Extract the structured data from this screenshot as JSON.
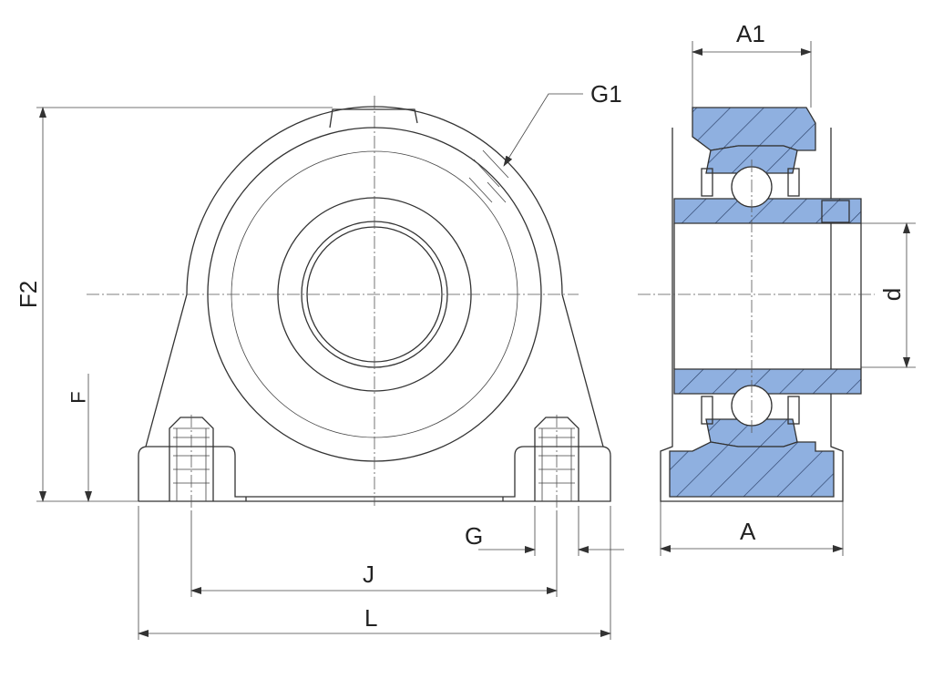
{
  "title": "Pillow block bearing dimension drawing",
  "colors": {
    "section_fill": "#8fb0e0",
    "line": "#333333"
  },
  "labels": {
    "A1": "A1",
    "G1": "G1",
    "F2": "F2",
    "F": "F",
    "d": "d",
    "G": "G",
    "J": "J",
    "L": "L",
    "A": "A"
  }
}
